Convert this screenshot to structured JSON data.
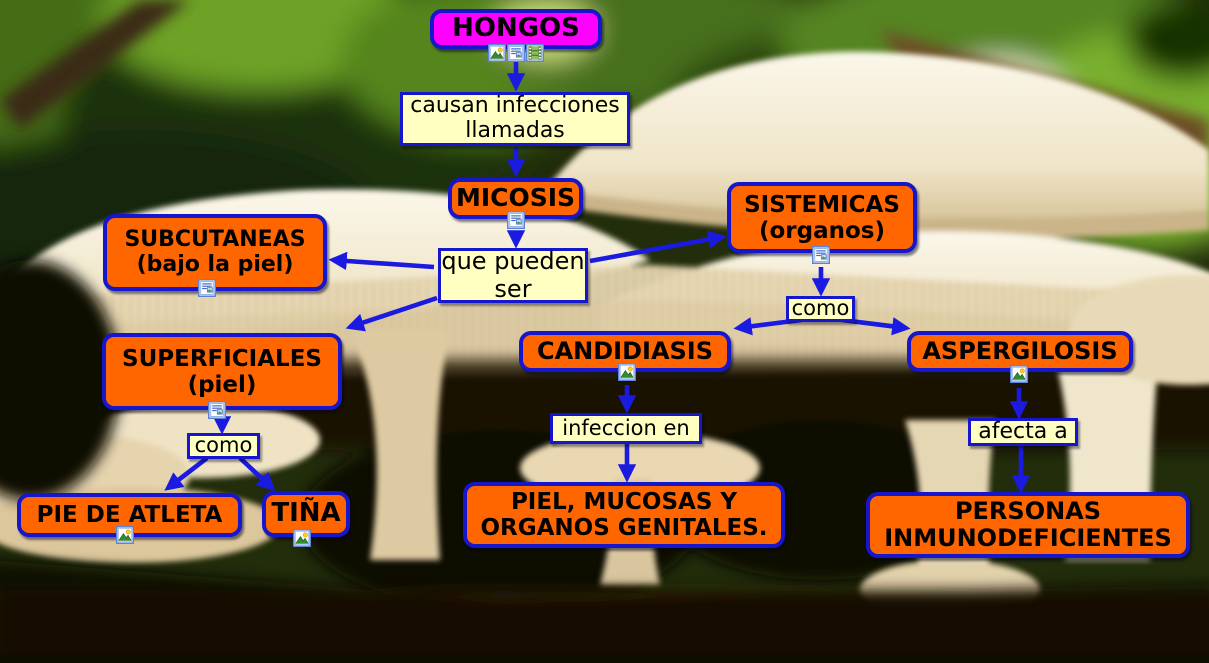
{
  "title": "HONGOS",
  "colors": {
    "concept_fill": "#ff6600",
    "root_fill": "#ff00ff",
    "phrase_fill": "#ffffc2",
    "border_blue": "#1616cc",
    "arrow_blue": "#1a1ae0",
    "text": "#000000"
  },
  "icons": {
    "image": "image-icon",
    "document": "document-icon",
    "film": "film-icon"
  },
  "nodes": {
    "hongos": {
      "label": "HONGOS",
      "icons": [
        "image-icon",
        "document-icon",
        "film-icon"
      ]
    },
    "causan": {
      "line1": "causan infecciones",
      "line2": "llamadas"
    },
    "micosis": {
      "label": "MICOSIS",
      "icons": [
        "document-icon"
      ]
    },
    "que_pueden_ser": {
      "line1": "que pueden",
      "line2": "ser"
    },
    "subcutaneas": {
      "line1": "SUBCUTANEAS",
      "line2": "(bajo la piel)",
      "icons": [
        "document-icon"
      ]
    },
    "sistemicas": {
      "line1": "SISTEMICAS",
      "line2": "(organos)",
      "icons": [
        "document-icon"
      ]
    },
    "superficiales": {
      "line1": "SUPERFICIALES",
      "line2": "(piel)",
      "icons": [
        "document-icon"
      ]
    },
    "como_sistemicas": {
      "label": "como"
    },
    "como_superficiales": {
      "label": "como"
    },
    "candidiasis": {
      "label": "CANDIDIASIS",
      "icons": [
        "image-icon"
      ]
    },
    "aspergilosis": {
      "label": "ASPERGILOSIS",
      "icons": [
        "image-icon"
      ]
    },
    "pie_de_atleta": {
      "label": "PIE DE ATLETA",
      "icons": [
        "image-icon"
      ]
    },
    "tina": {
      "label": "TIÑA",
      "icons": [
        "image-icon"
      ]
    },
    "infeccion_en": {
      "label": "infeccion en"
    },
    "afecta_a": {
      "label": "afecta a"
    },
    "piel_mucosas": {
      "line1": "PIEL, MUCOSAS Y",
      "line2": "ORGANOS GENITALES."
    },
    "personas": {
      "line1": "PERSONAS",
      "line2": "INMUNODEFICIENTES"
    }
  }
}
